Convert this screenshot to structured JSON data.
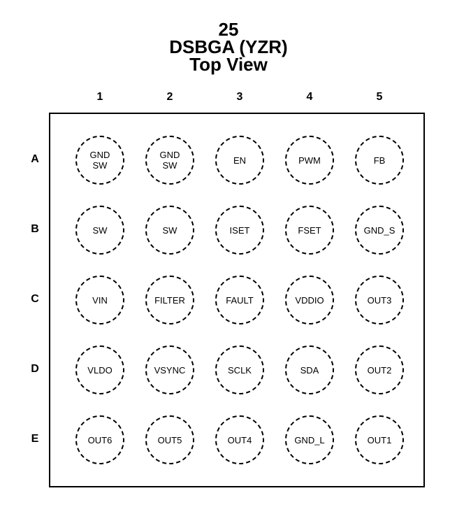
{
  "title": {
    "lines": [
      "25",
      "DSBGA (YZR)",
      "Top View"
    ]
  },
  "columns": [
    "1",
    "2",
    "3",
    "4",
    "5"
  ],
  "rows": [
    "A",
    "B",
    "C",
    "D",
    "E"
  ],
  "pins": [
    [
      [
        "GND",
        "SW"
      ],
      [
        "GND",
        "SW"
      ],
      [
        "EN"
      ],
      [
        "PWM"
      ],
      [
        "FB"
      ]
    ],
    [
      [
        "SW"
      ],
      [
        "SW"
      ],
      [
        "ISET"
      ],
      [
        "FSET"
      ],
      [
        "GND_S"
      ]
    ],
    [
      [
        "VIN"
      ],
      [
        "FILTER"
      ],
      [
        "FAULT"
      ],
      [
        "VDDIO"
      ],
      [
        "OUT3"
      ]
    ],
    [
      [
        "VLDO"
      ],
      [
        "VSYNC"
      ],
      [
        "SCLK"
      ],
      [
        "SDA"
      ],
      [
        "OUT2"
      ]
    ],
    [
      [
        "OUT6"
      ],
      [
        "OUT5"
      ],
      [
        "OUT4"
      ],
      [
        "GND_L"
      ],
      [
        "OUT1"
      ]
    ]
  ]
}
